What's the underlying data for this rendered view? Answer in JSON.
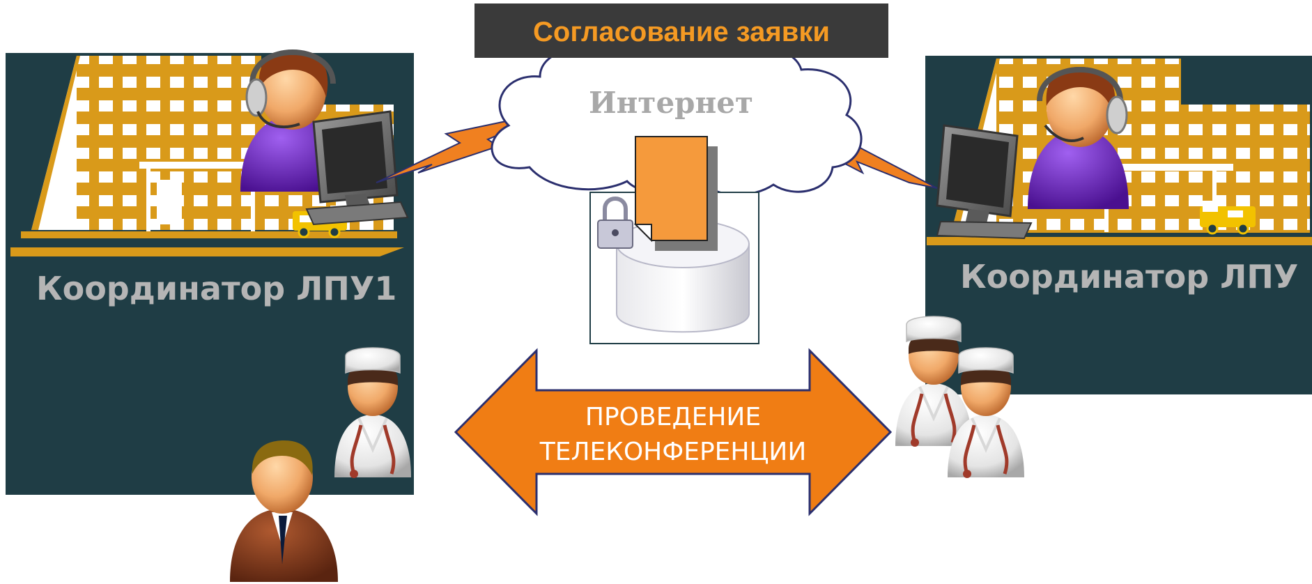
{
  "title": "Согласование заявки",
  "internet_label": "Интернет",
  "left_panel": {
    "label": "Координатор ЛПУ1"
  },
  "right_panel": {
    "label": "Координатор ЛПУ"
  },
  "center_arrow": {
    "line1": "ПРОВЕДЕНИЕ",
    "line2": "ТЕЛЕКОНФЕРЕНЦИИ"
  },
  "colors": {
    "panel_bg": "#1f3d45",
    "building": "#d99a1a",
    "title_bg": "#3a3a3a",
    "title_text": "#f59a23",
    "arrow_fill": "#f07d14",
    "arrow_stroke": "#2b2f6e",
    "label_gray": "#b5b5b5",
    "document": "#f59a3c",
    "operator_shirt": "#7b2ad1"
  },
  "icons": [
    "hospital-building-icon",
    "call-center-operator-icon",
    "computer-monitor-icon",
    "ambulance-icon",
    "lightning-bolt-icon",
    "cloud-icon",
    "document-icon",
    "padlock-icon",
    "database-icon",
    "doctor-icon",
    "patient-icon"
  ]
}
